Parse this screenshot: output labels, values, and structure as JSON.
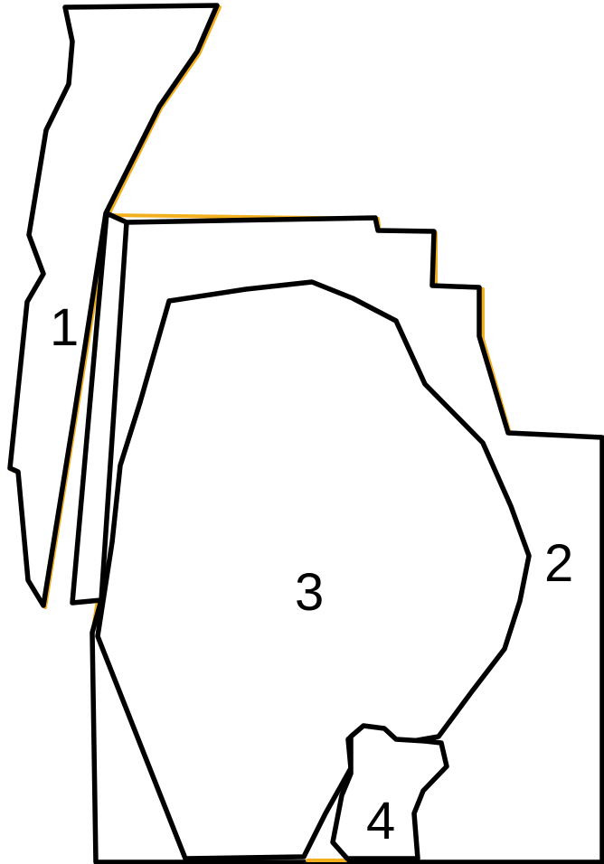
{
  "colors": {
    "outline": "#000000",
    "shadow": "#f2b01e",
    "fill": "#ffffff",
    "label": "#000000"
  },
  "regions": [
    {
      "id": "region-1",
      "label": "1"
    },
    {
      "id": "region-2",
      "label": "2"
    },
    {
      "id": "region-3",
      "label": "3"
    },
    {
      "id": "region-4",
      "label": "4"
    }
  ]
}
